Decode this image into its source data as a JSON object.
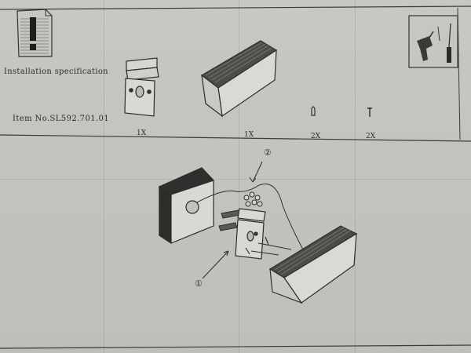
{
  "header": {
    "spec_title": "Installation specification",
    "item_number": "Item No.SL592.701.01"
  },
  "parts": {
    "quantities": [
      "1X",
      "1X",
      "2X",
      "2X"
    ]
  },
  "callouts": {
    "step1": "①",
    "step2": "②"
  },
  "icons": {
    "warning": "warning-document-icon",
    "tools": "drill-screwdriver-icon"
  }
}
